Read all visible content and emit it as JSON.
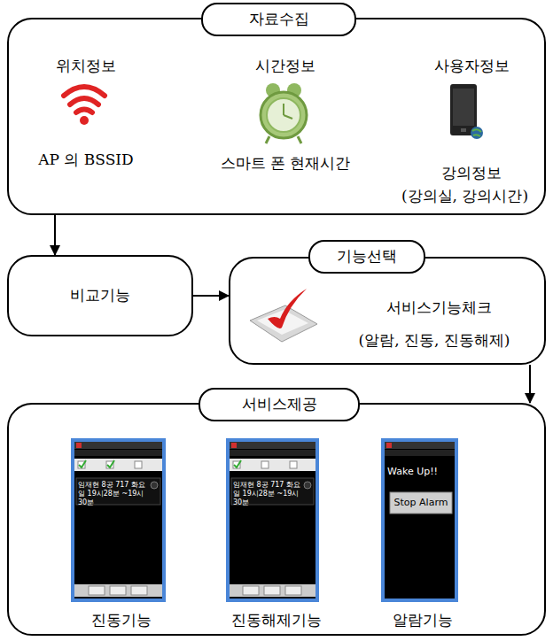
{
  "diagram": {
    "nodes": [
      {
        "text": [
          "자료수집",
          "위치정보",
          "AP 의 BSSID",
          "시간정보",
          "스마트 폰 현재시간",
          "사용자정보",
          "강의정보",
          "(강의실, 강의시간)"
        ]
      },
      {
        "text": [
          "비교기능"
        ]
      },
      {
        "text": [
          "기능선택",
          "서비스기능체크",
          "(알람, 진동, 진동해제)"
        ]
      },
      {
        "text": [
          "서비스제공",
          "진동기능",
          "진동해제기능",
          "알람기능"
        ]
      }
    ],
    "edges": [
      {
        "from": 0,
        "to": 1,
        "arrow": "to"
      },
      {
        "from": 1,
        "to": 2,
        "arrow": "to"
      },
      {
        "from": 2,
        "to": 3,
        "arrow": "to"
      }
    ],
    "labels": [
      "임재현 8공 717 화요일 19시28분 ~19시30분",
      "임재현 8공 717 화요일 19시28분 ~19시30분",
      "Wake Up!!",
      "Stop Alarm"
    ]
  }
}
